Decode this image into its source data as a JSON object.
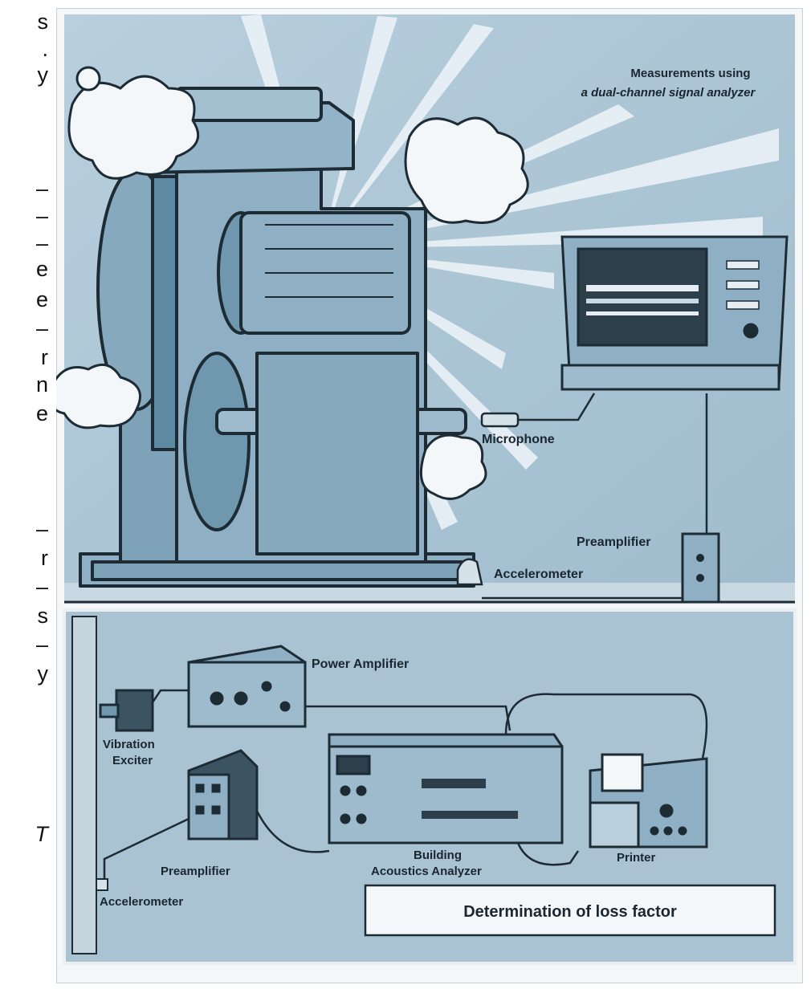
{
  "margin_fragments": [
    "s",
    ".",
    "y",
    "–",
    "–",
    "–",
    "e",
    "e",
    "–",
    "r",
    "n",
    "e",
    "–",
    "r",
    "–",
    "s",
    "–",
    "y",
    "T"
  ],
  "labels": {
    "title_line1": "Measurements using",
    "title_line2": "a dual-channel signal analyzer",
    "microphone": "Microphone",
    "preamplifier_top": "Preamplifier",
    "accelerometer_top": "Accelerometer",
    "power_amplifier": "Power Amplifier",
    "vibration_exciter_line1": "Vibration",
    "vibration_exciter_line2": "Exciter",
    "preamplifier_bottom": "Preamplifier",
    "building_analyzer_line1": "Building",
    "building_analyzer_line2": "Acoustics Analyzer",
    "printer": "Printer",
    "accelerometer_bottom": "Accelerometer",
    "loss_factor": "Determination of loss factor"
  },
  "colors": {
    "background": "#a9c3d3",
    "machine": "#8fb0c4",
    "machine_dark": "#5f8aa3",
    "outline": "#1d2b35",
    "rays": "#eef5f9",
    "label": "#1a2630"
  }
}
